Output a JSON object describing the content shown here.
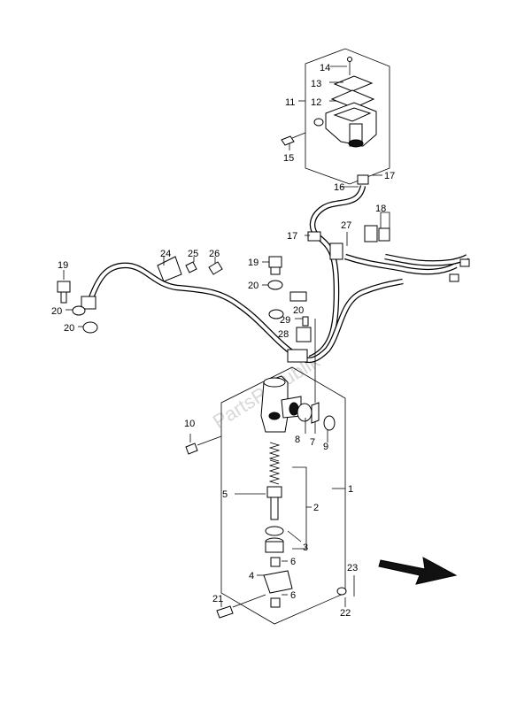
{
  "watermark": "PartsRepublik",
  "callouts": {
    "c1": "1",
    "c2": "2",
    "c3": "3",
    "c4": "4",
    "c5": "5",
    "c6a": "6",
    "c6b": "6",
    "c7": "7",
    "c8": "8",
    "c9": "9",
    "c10": "10",
    "c11": "11",
    "c12": "12",
    "c13": "13",
    "c14": "14",
    "c15": "15",
    "c16": "16",
    "c17a": "17",
    "c17b": "17",
    "c18": "18",
    "c19a": "19",
    "c19b": "19",
    "c20a": "20",
    "c20b": "20",
    "c20c": "20",
    "c20d": "20",
    "c21": "21",
    "c22": "22",
    "c23": "23",
    "c24": "24",
    "c25": "25",
    "c26": "26",
    "c27": "27",
    "c28": "28",
    "c29": "29"
  },
  "direction_arrow_icon": "forward-arrow-icon"
}
